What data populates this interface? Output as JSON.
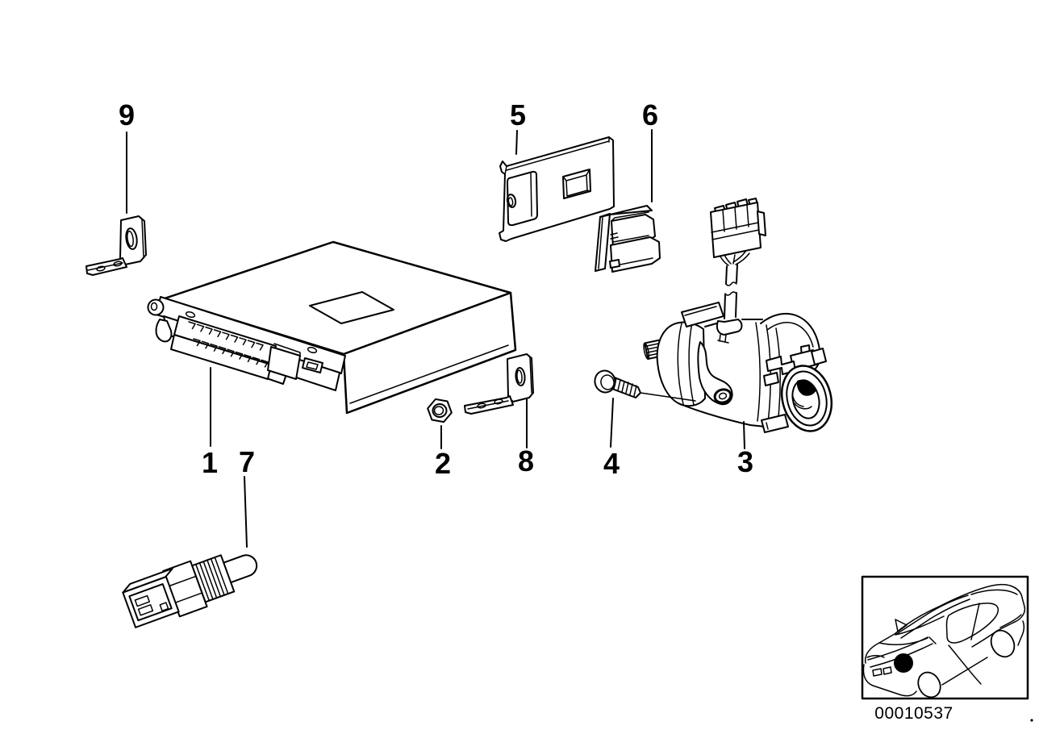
{
  "page": {
    "background_color": "#ffffff",
    "line_color": "#000000"
  },
  "diagram": {
    "kind": "exploded-parts-diagram",
    "drawing_number": "00010537",
    "callouts": [
      {
        "label": "1",
        "part": "control-unit"
      },
      {
        "label": "2",
        "part": "hex-nut"
      },
      {
        "label": "3",
        "part": "ignition-switch"
      },
      {
        "label": "4",
        "part": "screw"
      },
      {
        "label": "5",
        "part": "cover-plate"
      },
      {
        "label": "6",
        "part": "connector-block"
      },
      {
        "label": "7",
        "part": "temperature-sensor"
      },
      {
        "label": "8",
        "part": "angle-bracket"
      },
      {
        "label": "9",
        "part": "angle-bracket"
      }
    ],
    "inset": {
      "name": "car-location-inset",
      "marker": "black-dot-on-hood",
      "marker_color": "#000000"
    }
  }
}
